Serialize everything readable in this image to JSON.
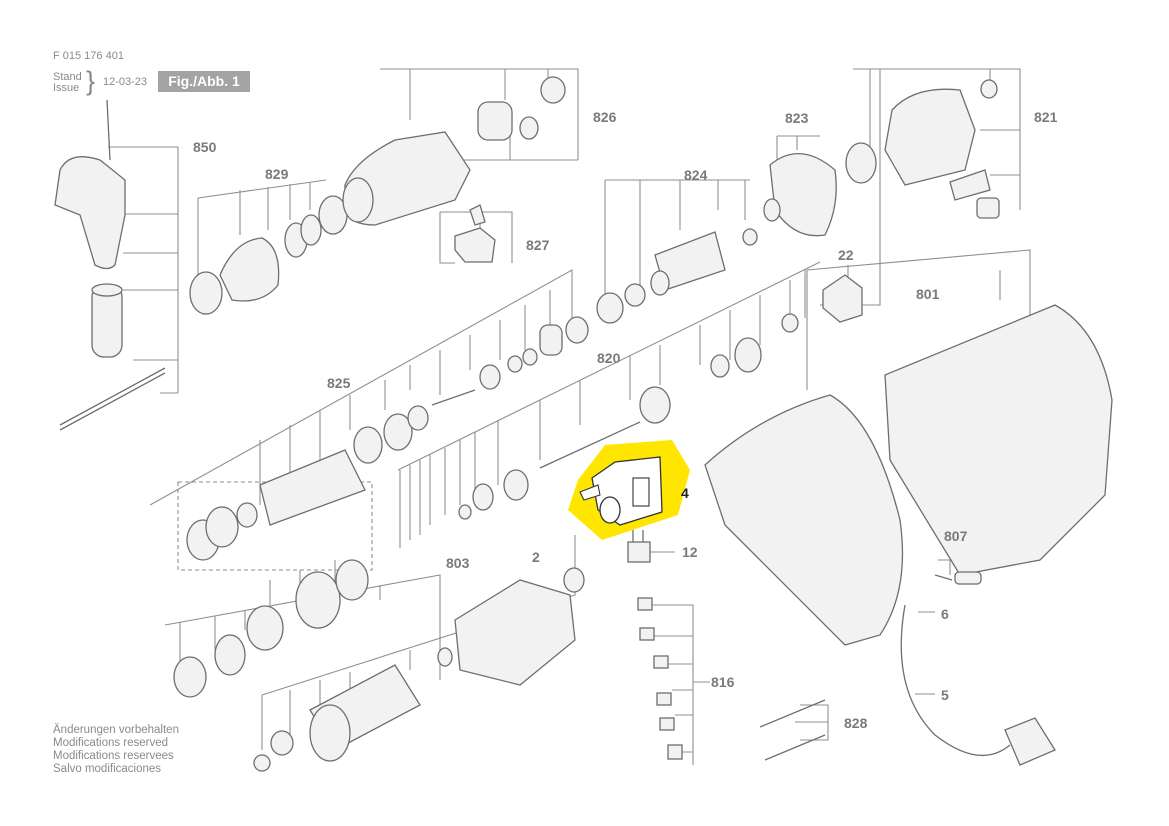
{
  "header": {
    "doc_number": "F 015 176 401",
    "stand_label": "Stand",
    "issue_label": "Issue",
    "date": "12-03-23",
    "figure_label": "Fig./Abb. 1"
  },
  "footer": {
    "lines": [
      "Änderungen vorbehalten",
      "Modifications reserved",
      "Modifications reservees",
      "Salvo modificaciones"
    ]
  },
  "callouts": [
    {
      "id": "850",
      "label": "850"
    },
    {
      "id": "829",
      "label": "829"
    },
    {
      "id": "826",
      "label": "826"
    },
    {
      "id": "827",
      "label": "827"
    },
    {
      "id": "823",
      "label": "823"
    },
    {
      "id": "824",
      "label": "824"
    },
    {
      "id": "821",
      "label": "821"
    },
    {
      "id": "22",
      "label": "22"
    },
    {
      "id": "801",
      "label": "801"
    },
    {
      "id": "825",
      "label": "825"
    },
    {
      "id": "820",
      "label": "820"
    },
    {
      "id": "4",
      "label": "4",
      "highlighted": true
    },
    {
      "id": "12",
      "label": "12"
    },
    {
      "id": "803",
      "label": "803"
    },
    {
      "id": "2",
      "label": "2"
    },
    {
      "id": "807",
      "label": "807"
    },
    {
      "id": "6",
      "label": "6"
    },
    {
      "id": "816",
      "label": "816"
    },
    {
      "id": "5",
      "label": "5"
    },
    {
      "id": "828",
      "label": "828"
    }
  ],
  "colors": {
    "line": "#8f8f8f",
    "part_stroke": "#6e6e6e",
    "part_fill": "#f2f2f2",
    "highlight": "#ffe600"
  }
}
